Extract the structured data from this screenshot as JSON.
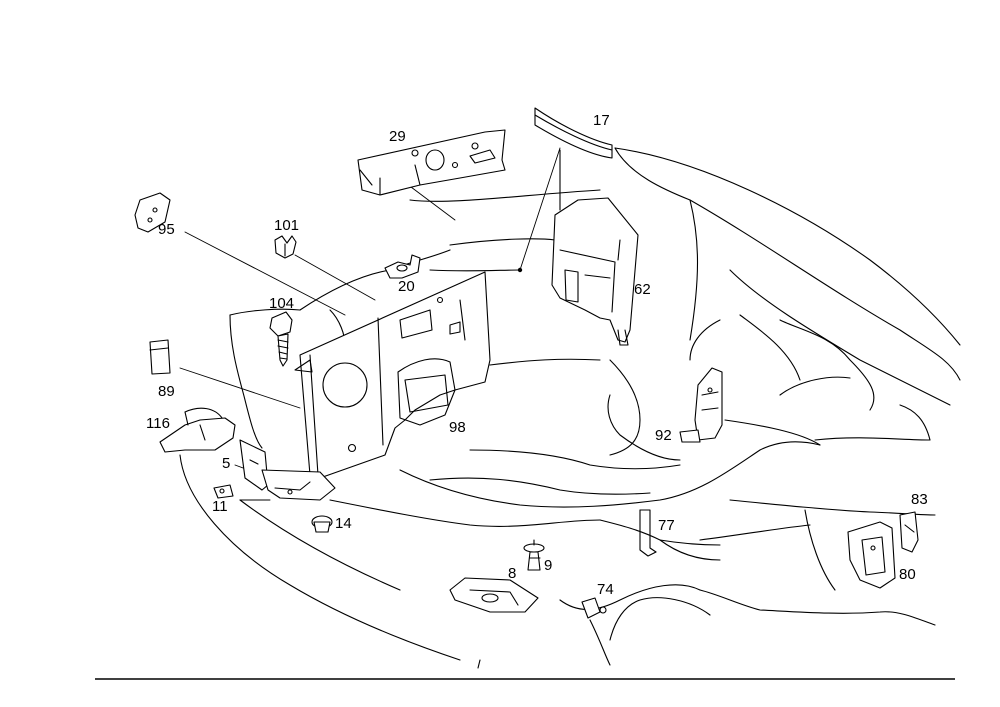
{
  "diagram": {
    "callouts": {
      "c17": "17",
      "c29": "29",
      "c95": "95",
      "c101": "101",
      "c20": "20",
      "c62": "62",
      "c104": "104",
      "c89": "89",
      "c116": "116",
      "c98": "98",
      "c92": "92",
      "c5": "5",
      "c11": "11",
      "c14": "14",
      "c77": "77",
      "c83": "83",
      "c9": "9",
      "c8": "8",
      "c80": "80",
      "c74": "74"
    }
  }
}
